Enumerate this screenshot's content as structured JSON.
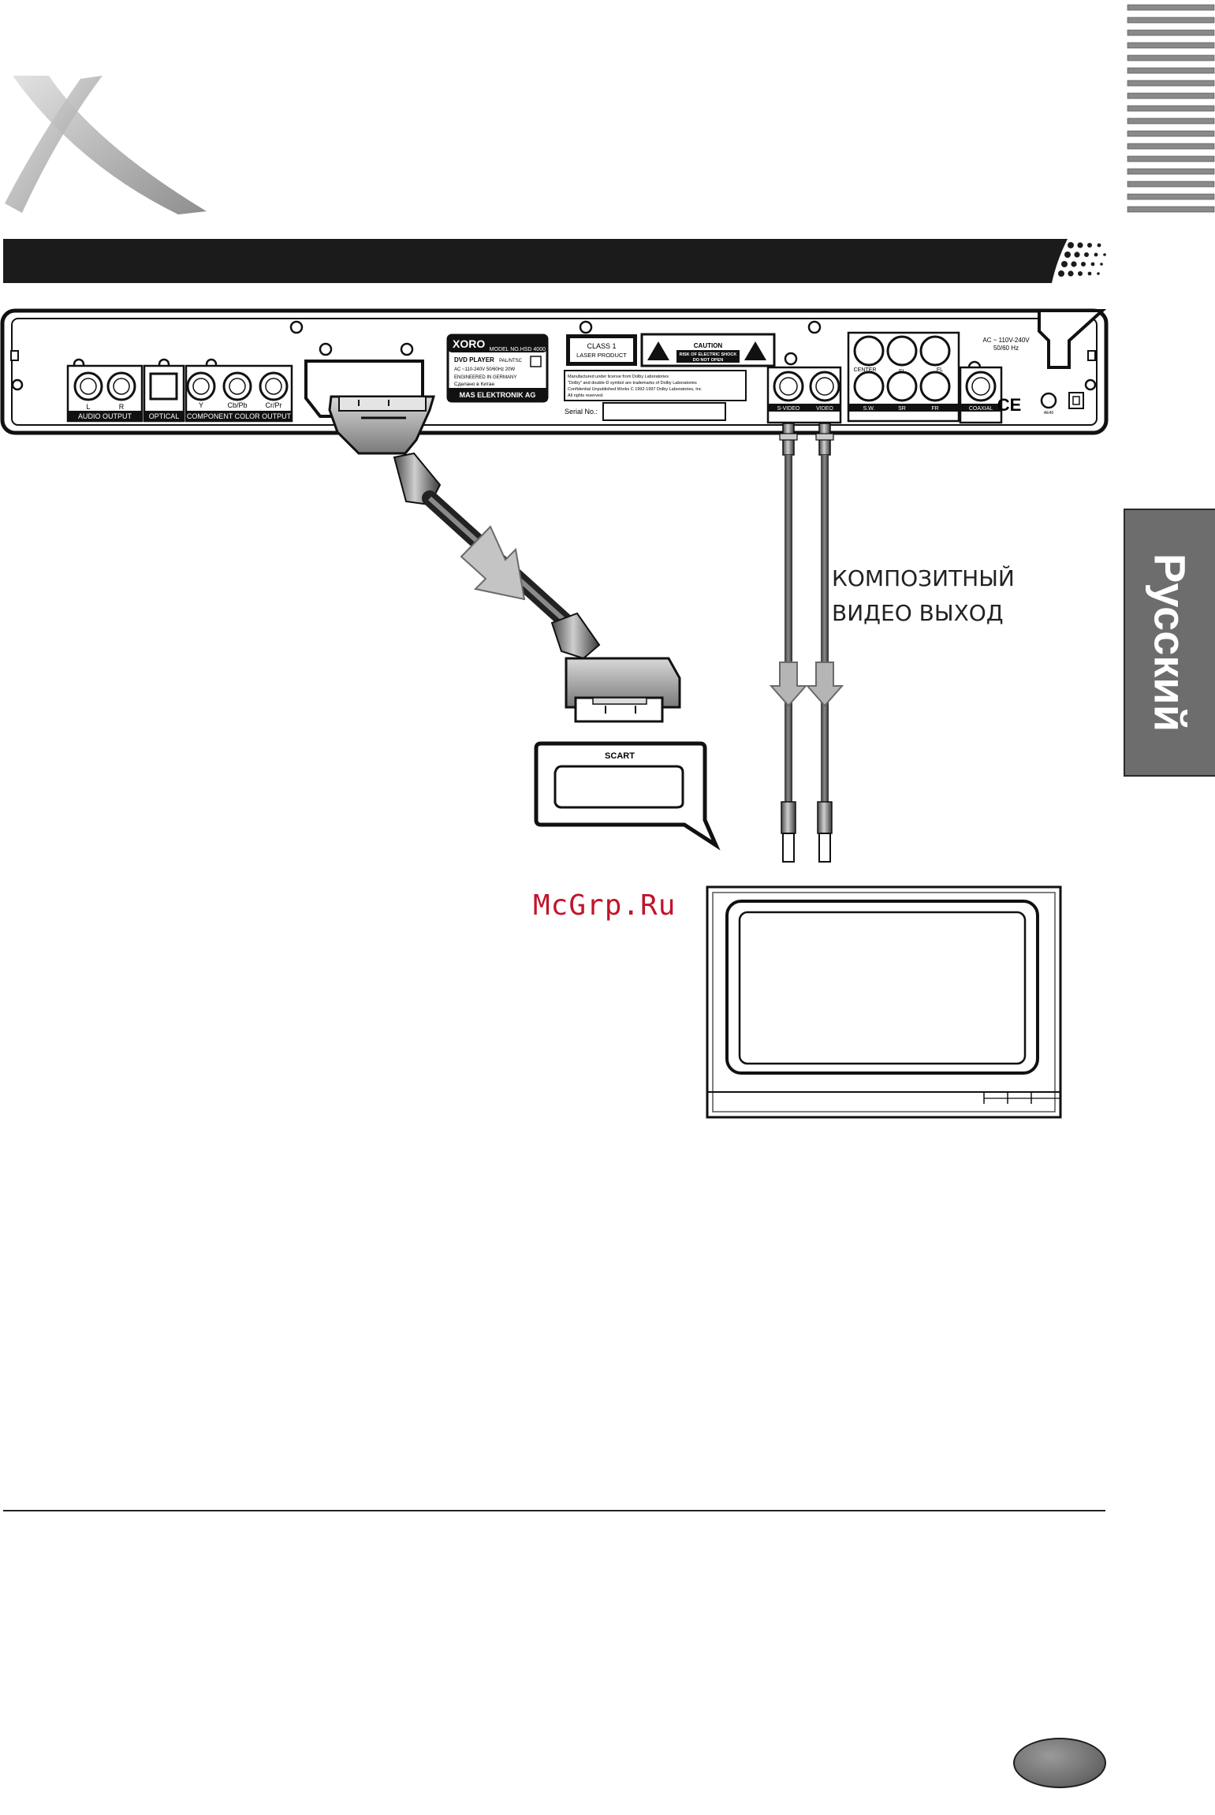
{
  "device": {
    "brand": "XORO",
    "model": "MODEL NO.HSD 4000",
    "product": "DVD PLAYER",
    "system": "PAL/NTSC",
    "power_rating": "AC ~110-240V 50/60Hz 20W",
    "engineered": "ENGINEERED IN GERMANY",
    "made_in": "Сделано в Китае",
    "company": "MAS ELEKTRONIK AG",
    "laser_class_1": "CLASS 1",
    "laser_class_2": "LASER PRODUCT",
    "caution_title": "CAUTION",
    "caution_line1": "RISK OF ELECTRIC SHOCK",
    "caution_line2": "DO NOT OPEN",
    "dolby_line1": "Manufactured under license from Dolby Laboratories",
    "dolby_line2": "\"Dolby\" and double-D symbol are trademarks of Dolby Laboratories",
    "dolby_line3": "Confidential Unpublished Works C 1992-1997 Dolby Laboratories, Inc",
    "dolby_line4": "All rights reserved.",
    "serial_label": "Serial No.:",
    "ac_line1": "AC ~ 110V-240V",
    "ac_line2": "50/60 Hz",
    "ce_mark": "CE",
    "cert_code": "AE46",
    "labels": {
      "audio_l": "L",
      "audio_r": "R",
      "audio_output": "AUDIO OUTPUT",
      "optical": "OPTICAL",
      "comp_y": "Y",
      "comp_cb": "Cb/Pb",
      "comp_cr": "Cr/Pr",
      "component_output": "COMPONENT COLOR OUTPUT",
      "svideo": "S-VIDEO",
      "video": "VIDEO",
      "center": "CENTER",
      "sl": "SL",
      "fl": "FL",
      "sw": "S.W.",
      "sr": "SR",
      "fr": "FR",
      "coaxial": "COAXIAL"
    }
  },
  "scart_label": "SCART",
  "caption": {
    "line1": "КОМПОЗИТНЫЙ",
    "line2": "ВИДЕО ВЫХОД"
  },
  "language_tab": "Русский",
  "watermark": "McGrp.Ru",
  "colors": {
    "tab_background": "#6d6d6d",
    "title_bar": "#1b1b1b",
    "watermark": "#c0152a",
    "arrow_fill": "#b5b5b5"
  }
}
